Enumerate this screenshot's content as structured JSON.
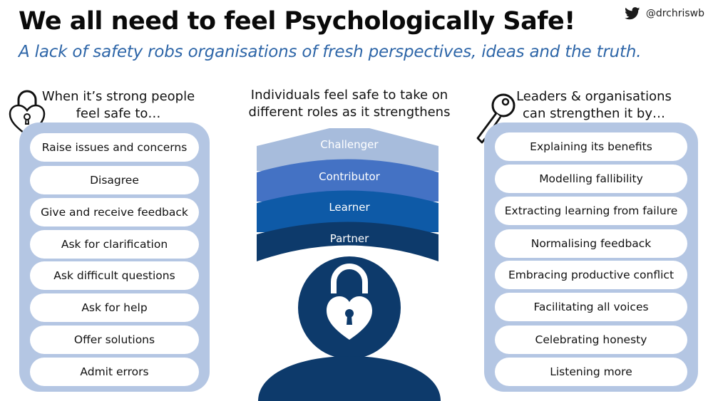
{
  "title": "We all need to feel Psychologically Safe!",
  "subtitle": "A lack of safety robs organisations of fresh perspectives, ideas and the truth.",
  "handle": "@drchriswb",
  "left": {
    "heading_lines": [
      "When it’s strong people",
      "feel safe to…"
    ],
    "items": [
      "Raise issues and concerns",
      "Disagree",
      "Give and receive feedback",
      "Ask for clarification",
      "Ask difficult questions",
      "Ask for help",
      "Offer solutions",
      "Admit errors"
    ]
  },
  "center": {
    "heading_lines": [
      "Individuals feel safe to take on",
      "different roles as it strengthens"
    ],
    "tiers": [
      {
        "label": "Challenger",
        "color": "#a7bcdc"
      },
      {
        "label": "Contributor",
        "color": "#4472c4"
      },
      {
        "label": "Learner",
        "color": "#0e5aa7"
      },
      {
        "label": "Partner",
        "color": "#0d3a6b"
      }
    ],
    "person_color": "#0d3a6b"
  },
  "right": {
    "heading_lines": [
      "Leaders & organisations",
      "can strengthen it by…"
    ],
    "items": [
      "Explaining its benefits",
      "Modelling fallibility",
      "Extracting learning from failure",
      "Normalising feedback",
      "Embracing productive conflict",
      "Facilitating all voices",
      "Celebrating honesty",
      "Listening more"
    ]
  },
  "colors": {
    "panel": "#b4c6e3",
    "subtitle": "#2e66a8",
    "twitter": "#1a1a1a"
  },
  "icons": {
    "handle": "twitter-bird-icon",
    "left": "heart-padlock-icon",
    "right": "key-icon",
    "center": "heart-padlock-icon"
  }
}
